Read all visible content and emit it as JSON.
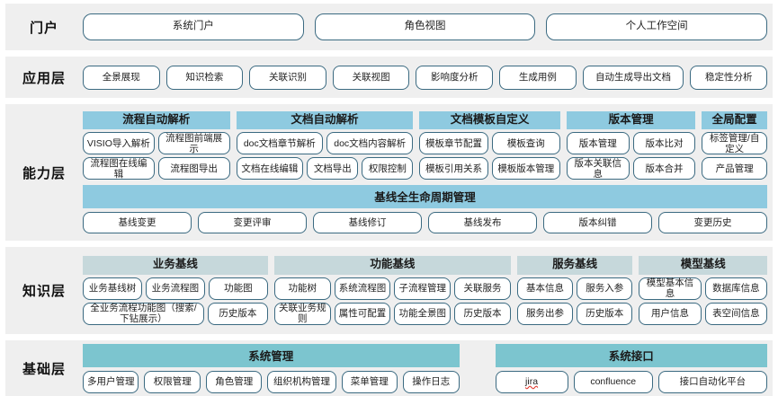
{
  "layers": [
    {
      "id": "portal",
      "label": "门户",
      "items": [
        "系统门户",
        "角色视图",
        "个人工作空间"
      ]
    },
    {
      "id": "application",
      "label": "应用层",
      "items": [
        "全景展现",
        "知识检索",
        "关联识别",
        "关联视图",
        "影响度分析",
        "生成用例",
        "自动生成导出文档",
        "稳定性分析"
      ]
    },
    {
      "id": "capability",
      "label": "能力层",
      "groups": [
        {
          "title": "流程自动解析",
          "flex": 1.62,
          "rows": [
            [
              "VISIO导入解析",
              "流程图前端展示"
            ],
            [
              "流程图在线编辑",
              "流程图导出"
            ]
          ]
        },
        {
          "title": "文档自动解析",
          "flex": 1.95,
          "rows": [
            [
              "doc文档章节解析",
              "doc文档内容解析"
            ],
            [
              "文档在线编辑",
              "文档导出",
              "权限控制"
            ]
          ]
        },
        {
          "title": "文档模板自定义",
          "flex": 1.55,
          "rows": [
            [
              "模板章节配置",
              "模板查询"
            ],
            [
              "模板引用关系",
              "模板版本管理"
            ]
          ]
        },
        {
          "title": "版本管理",
          "flex": 1.42,
          "rows": [
            [
              "版本管理",
              "版本比对"
            ],
            [
              "版本关联信息",
              "版本合并"
            ]
          ]
        },
        {
          "title": "全局配置",
          "flex": 0.72,
          "rows": [
            [
              "标签管理/自定义"
            ],
            [
              "产品管理"
            ]
          ]
        }
      ],
      "full_block": {
        "title": "基线全生命周期管理",
        "items": [
          "基线变更",
          "变更评审",
          "基线修订",
          "基线发布",
          "版本纠错",
          "变更历史"
        ]
      }
    },
    {
      "id": "knowledge",
      "label": "知识层",
      "groups": [
        {
          "title": "业务基线",
          "flex": 2.05,
          "rows": [
            [
              "业务基线树",
              "业务流程图",
              "功能图"
            ],
            [
              "全业务流程功能图（搜索/下钻展示）",
              "历史版本"
            ]
          ]
        },
        {
          "title": "功能基线",
          "flex": 2.62,
          "rows": [
            [
              "功能树",
              "系统流程图",
              "子流程管理",
              "关联服务"
            ],
            [
              "关联业务规则",
              "属性可配置",
              "功能全景图",
              "历史版本"
            ]
          ]
        },
        {
          "title": "服务基线",
          "flex": 1.28,
          "rows": [
            [
              "基本信息",
              "服务入参"
            ],
            [
              "服务出参",
              "历史版本"
            ]
          ]
        },
        {
          "title": "模型基线",
          "flex": 1.42,
          "rows": [
            [
              "模型基本信息",
              "数据库信息"
            ],
            [
              "用户信息",
              "表空间信息"
            ]
          ]
        }
      ]
    },
    {
      "id": "base",
      "label": "基础层",
      "columns": [
        {
          "title": "系统管理",
          "flex": 1.55,
          "items": [
            "多用户管理",
            "权限管理",
            "角色管理",
            "组织机构管理",
            "菜单管理",
            "操作日志"
          ]
        },
        {
          "title": "系统接口",
          "flex": 1.12,
          "items": [
            "jira",
            "confluence",
            "接口自动化平台"
          ]
        }
      ]
    }
  ],
  "colors": {
    "band_bg": "#efefef",
    "capability_header": "#8ecae0",
    "knowledge_header": "#c6d8db",
    "base_header": "#7cc5cf",
    "pill_border": "#3b6a81",
    "page_bg": "#ffffff"
  }
}
